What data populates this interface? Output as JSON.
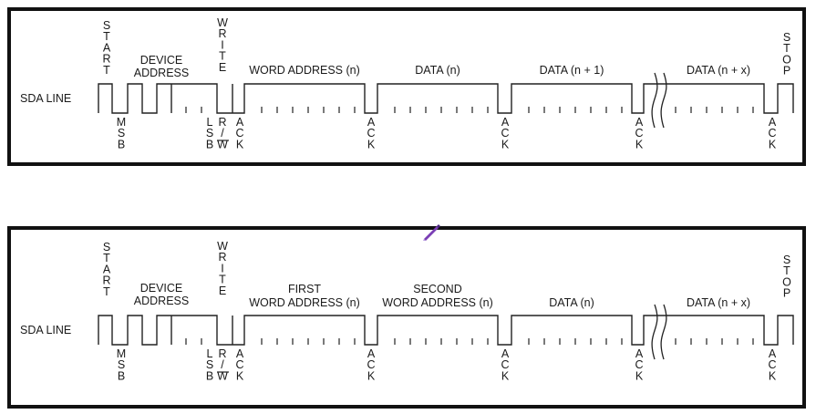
{
  "diagrams": [
    {
      "line_label": "SDA LINE",
      "start": [
        "S",
        "T",
        "A",
        "R",
        "T"
      ],
      "device_address": [
        "DEVICE",
        "ADDRESS"
      ],
      "write": [
        "W",
        "R",
        "I",
        "T",
        "E"
      ],
      "fields": [
        {
          "lines": [
            "WORD ADDRESS (n)"
          ]
        },
        {
          "lines": [
            "DATA (n)"
          ]
        },
        {
          "lines": [
            "DATA (n + 1)"
          ]
        }
      ],
      "last_field": "DATA (n + x)",
      "stop": [
        "S",
        "T",
        "O",
        "P"
      ],
      "msb": [
        "M",
        "S",
        "B"
      ],
      "lsb": [
        "L",
        "S",
        "B"
      ],
      "rw": [
        "R",
        "/",
        "W"
      ],
      "ack": [
        "A",
        "C",
        "K"
      ]
    },
    {
      "line_label": "SDA LINE",
      "start": [
        "S",
        "T",
        "A",
        "R",
        "T"
      ],
      "device_address": [
        "DEVICE",
        "ADDRESS"
      ],
      "write": [
        "W",
        "R",
        "I",
        "T",
        "E"
      ],
      "fields": [
        {
          "lines": [
            "FIRST",
            "WORD ADDRESS (n)"
          ]
        },
        {
          "lines": [
            "SECOND",
            "WORD ADDRESS (n)"
          ]
        },
        {
          "lines": [
            "DATA (n)"
          ]
        }
      ],
      "last_field": "DATA (n + x)",
      "stop": [
        "S",
        "T",
        "O",
        "P"
      ],
      "msb": [
        "M",
        "S",
        "B"
      ],
      "lsb": [
        "L",
        "S",
        "B"
      ],
      "rw": [
        "R",
        "/",
        "W"
      ],
      "ack": [
        "A",
        "C",
        "K"
      ]
    }
  ],
  "colors": {
    "line": "#222222",
    "frame": "#111111",
    "pen_accent": "#7b3fb5"
  },
  "icons": {
    "pen": "pen-icon"
  }
}
